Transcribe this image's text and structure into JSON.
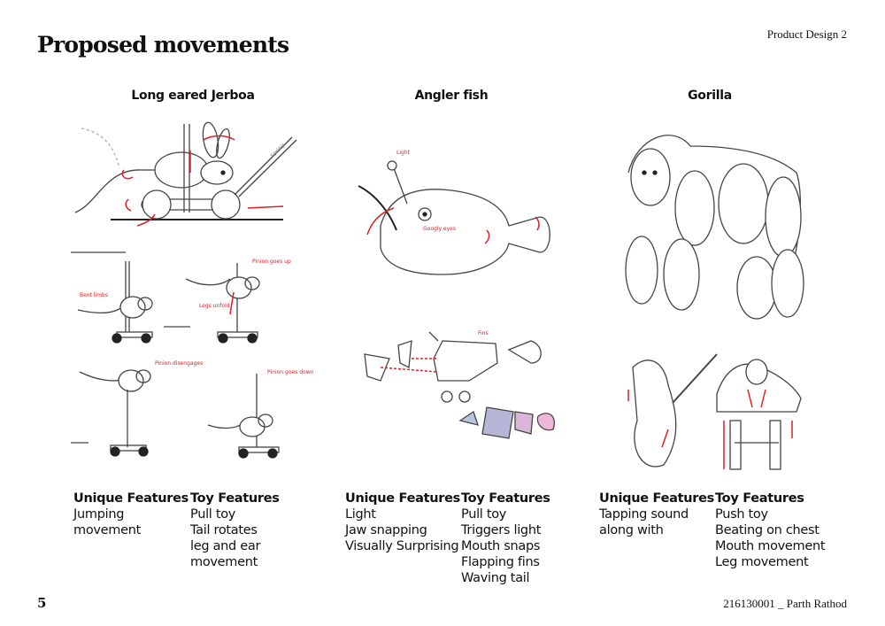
{
  "header": {
    "title": "Proposed movements",
    "course": "Product Design 2"
  },
  "columns": [
    {
      "heading": "Long eared Jerboa",
      "sketch_labels": [
        "Spring",
        "Pinion goes up",
        "Bent limbs",
        "Legs unfold",
        "Pinion disengages",
        "Pinion goes down"
      ],
      "unique": {
        "title": "Unique Features",
        "items": [
          "Jumping",
          "movement"
        ]
      },
      "toy": {
        "title": "Toy Features",
        "items": [
          "Pull toy",
          "Tail rotates",
          "leg and ear",
          "movement"
        ]
      }
    },
    {
      "heading": "Angler fish",
      "sketch_labels": [
        "Light",
        "Googly eyes",
        "Fins"
      ],
      "unique": {
        "title": "Unique Features",
        "items": [
          "Light",
          "Jaw snapping",
          "Visually Surprising"
        ]
      },
      "toy": {
        "title": "Toy Features",
        "items": [
          "Pull toy",
          "Triggers light",
          "Mouth snaps",
          "Flapping fins",
          "Waving tail"
        ]
      }
    },
    {
      "heading": "Gorilla",
      "unique": {
        "title": "Unique Features",
        "items": [
          "Tapping sound",
          "along with"
        ]
      },
      "toy": {
        "title": "Toy Features",
        "items": [
          "Push toy",
          "Beating on chest",
          "Mouth movement",
          "Leg movement"
        ]
      }
    }
  ],
  "footer": {
    "page_number": "5",
    "author": "216130001 _ Parth Rathod"
  },
  "colors": {
    "annotation": "#e02020",
    "sketch": "#444444"
  }
}
